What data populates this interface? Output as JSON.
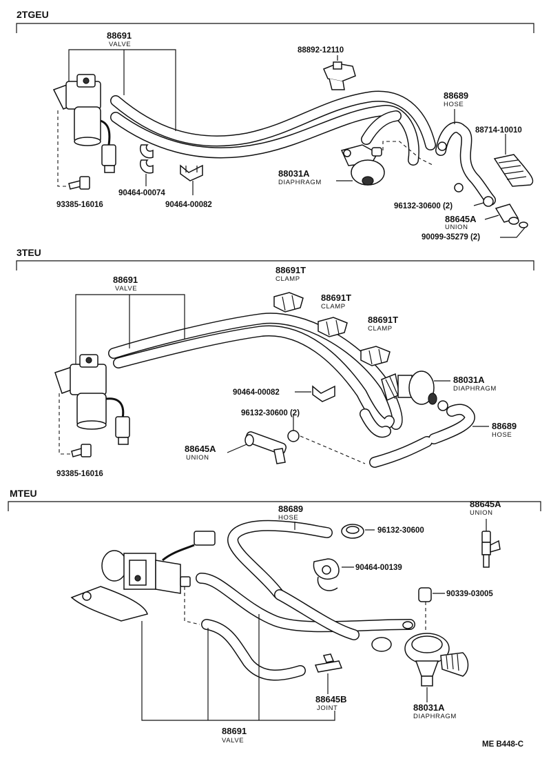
{
  "sections": {
    "s1": "2TGEU",
    "s2": "3TEU",
    "s3": "MTEU"
  },
  "s1": {
    "valve_pn": "88691",
    "valve_desc": "VALVE",
    "clip_pn": "88892-12110",
    "hose_pn": "88689",
    "hose_desc": "HOSE",
    "sleeve_pn": "88714-10010",
    "diaphragm_pn": "88031A",
    "diaphragm_desc": "DIAPHRAGM",
    "clamp1_pn": "90464-00074",
    "clamp2_pn": "90464-00082",
    "bolt_pn": "93385-16016",
    "hoseclamp_pn": "96132-30600 (2)",
    "union_pn": "88645A",
    "union_desc": "UNION",
    "gasket_pn": "90099-35279 (2)"
  },
  "s2": {
    "valve_pn": "88691",
    "valve_desc": "VALVE",
    "clampT1_pn": "88691T",
    "clampT1_desc": "CLAMP",
    "clampT2_pn": "88691T",
    "clampT2_desc": "CLAMP",
    "clampT3_pn": "88691T",
    "clampT3_desc": "CLAMP",
    "clamp_pn": "90464-00082",
    "diaphragm_pn": "88031A",
    "diaphragm_desc": "DIAPHRAGM",
    "hoseclamp_pn": "96132-30600 (2)",
    "hose_pn": "88689",
    "hose_desc": "HOSE",
    "union_pn": "88645A",
    "union_desc": "UNION",
    "bolt_pn": "93385-16016"
  },
  "s3": {
    "hose_pn": "88689",
    "hose_desc": "HOSE",
    "hoseclamp_pn": "96132-30600",
    "union_pn": "88645A",
    "union_desc": "UNION",
    "clamp_pn": "90464-00139",
    "cap_pn": "90339-03005",
    "joint_pn": "88645B",
    "joint_desc": "JOINT",
    "diaphragm_pn": "88031A",
    "diaphragm_desc": "DIAPHRAGM",
    "valve_pn": "88691",
    "valve_desc": "VALVE"
  },
  "footer": {
    "code": "ME  B448-C"
  }
}
